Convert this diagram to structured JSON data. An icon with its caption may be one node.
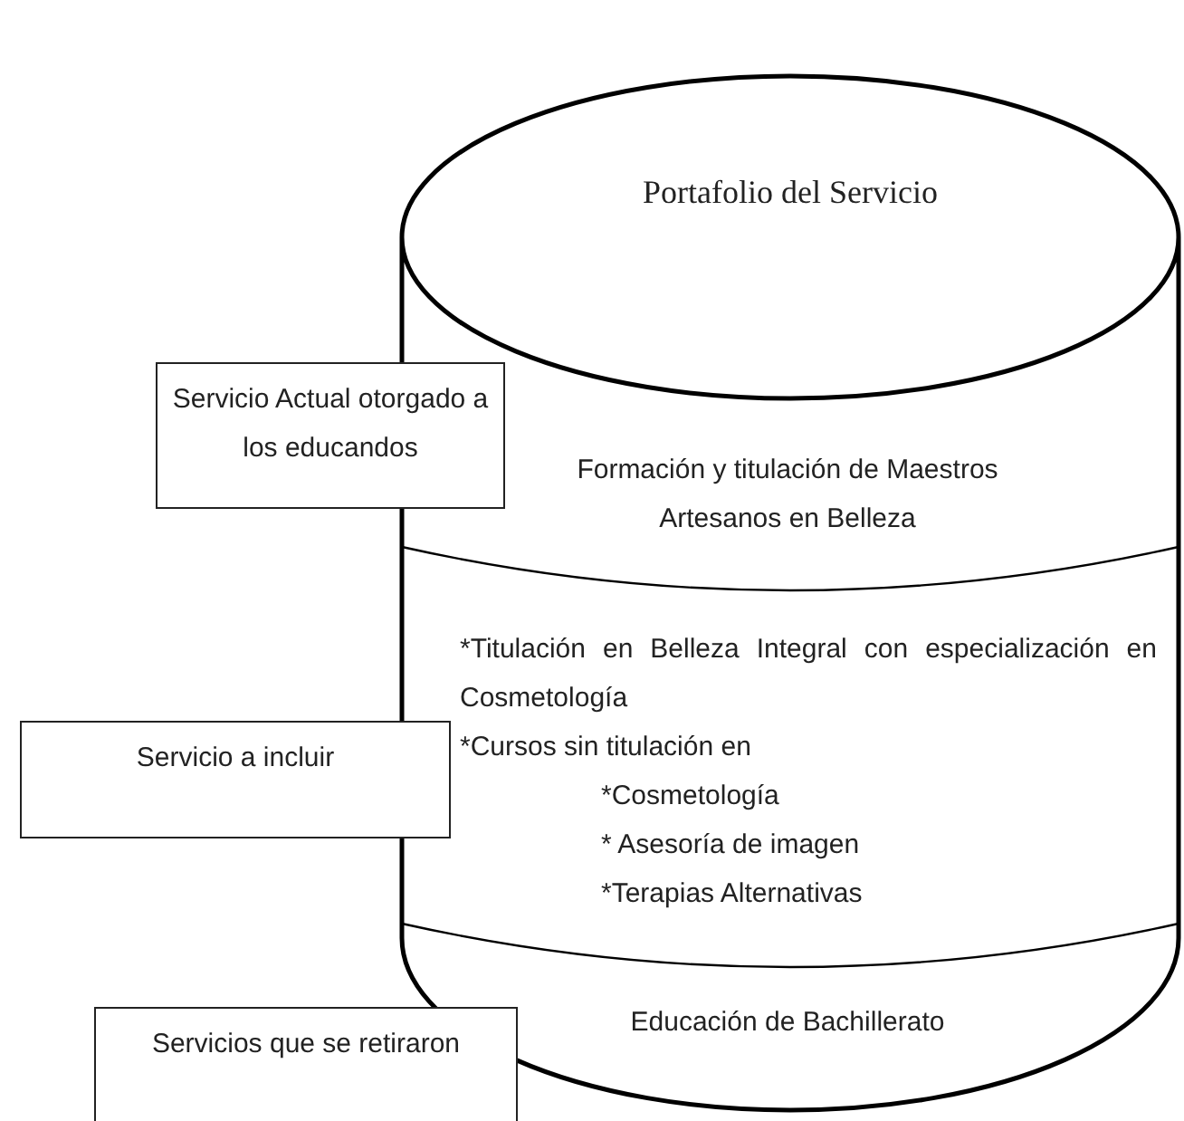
{
  "diagram": {
    "nodes": [
      {
        "text": [
          "Portafolio del Servicio"
        ]
      },
      {
        "text": [
          "Formación y titulación de Maestros Artesanos en Belleza"
        ],
        "in": 0
      },
      {
        "text": [
          "*Titulación en Belleza Integral con especialización en Cosmetología",
          "*Cursos sin titulación en",
          "*Cosmetología",
          "* Asesoría de imagen",
          "*Terapias Alternativas"
        ],
        "in": 0
      },
      {
        "text": [
          "Educación de Bachillerato"
        ],
        "in": 0
      },
      {
        "text": [
          "Servicio Actual otorgado a los educandos"
        ]
      },
      {
        "text": [
          "Servicio a incluir"
        ]
      },
      {
        "text": [
          "Servicios que se retiraron"
        ]
      }
    ],
    "edges": []
  }
}
